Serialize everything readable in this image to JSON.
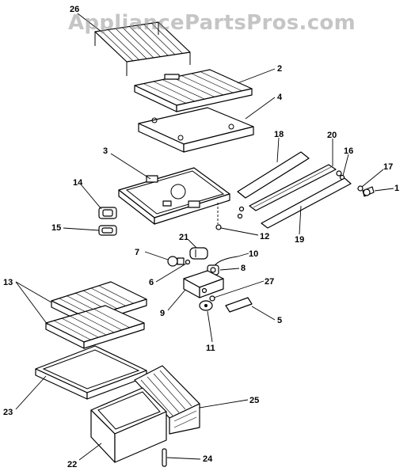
{
  "watermark": "AppliancePartsPros.com",
  "labels": {
    "p1": "1",
    "p2": "2",
    "p3": "3",
    "p4": "4",
    "p5": "5",
    "p6": "6",
    "p7": "7",
    "p8": "8",
    "p9": "9",
    "p10": "10",
    "p11": "11",
    "p12": "12",
    "p13": "13",
    "p14": "14",
    "p15": "15",
    "p16": "16",
    "p17": "17",
    "p18": "18",
    "p19": "19",
    "p20": "20",
    "p21": "21",
    "p22": "22",
    "p23": "23",
    "p24": "24",
    "p25": "25",
    "p26": "26",
    "p27": "27"
  }
}
